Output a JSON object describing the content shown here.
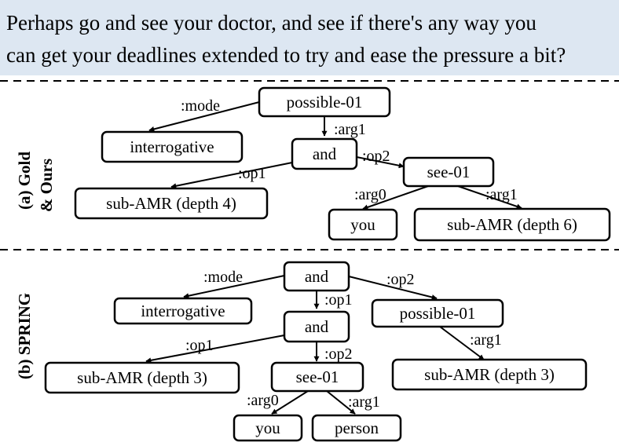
{
  "sentence": {
    "line1": "Perhaps go and see your doctor, and see if there's any way you",
    "line2": "can get your deadlines extended to try and ease the pressure a bit?"
  },
  "panel_a": {
    "label_line1": "(a)   Gold",
    "label_line2": "& Ours",
    "nodes": {
      "possible": "possible-01",
      "interrogative": "interrogative",
      "and": "and",
      "see": "see-01",
      "sub_left": "sub-AMR (depth 4)",
      "you": "you",
      "sub_right": "sub-AMR (depth 6)"
    },
    "edges": {
      "mode": ":mode",
      "arg1_top": ":arg1",
      "op2": ":op2",
      "op1": ":op1",
      "arg0": ":arg0",
      "arg1_see": ":arg1"
    }
  },
  "panel_b": {
    "label": "(b) SPRING",
    "nodes": {
      "and_top": "and",
      "interrogative": "interrogative",
      "possible": "possible-01",
      "and_mid": "and",
      "sub_left": "sub-AMR (depth 3)",
      "see": "see-01",
      "sub_right": "sub-AMR (depth 3)",
      "you": "you",
      "person": "person"
    },
    "edges": {
      "mode": ":mode",
      "op1_top": ":op1",
      "op2_top": ":op2",
      "arg1_possible": ":arg1",
      "op1_mid": ":op1",
      "op2_mid": ":op2",
      "arg0": ":arg0",
      "arg1_see": ":arg1"
    }
  },
  "colors": {
    "header_bg": "#dde7f2",
    "ink": "#000000",
    "background": "#ffffff"
  }
}
